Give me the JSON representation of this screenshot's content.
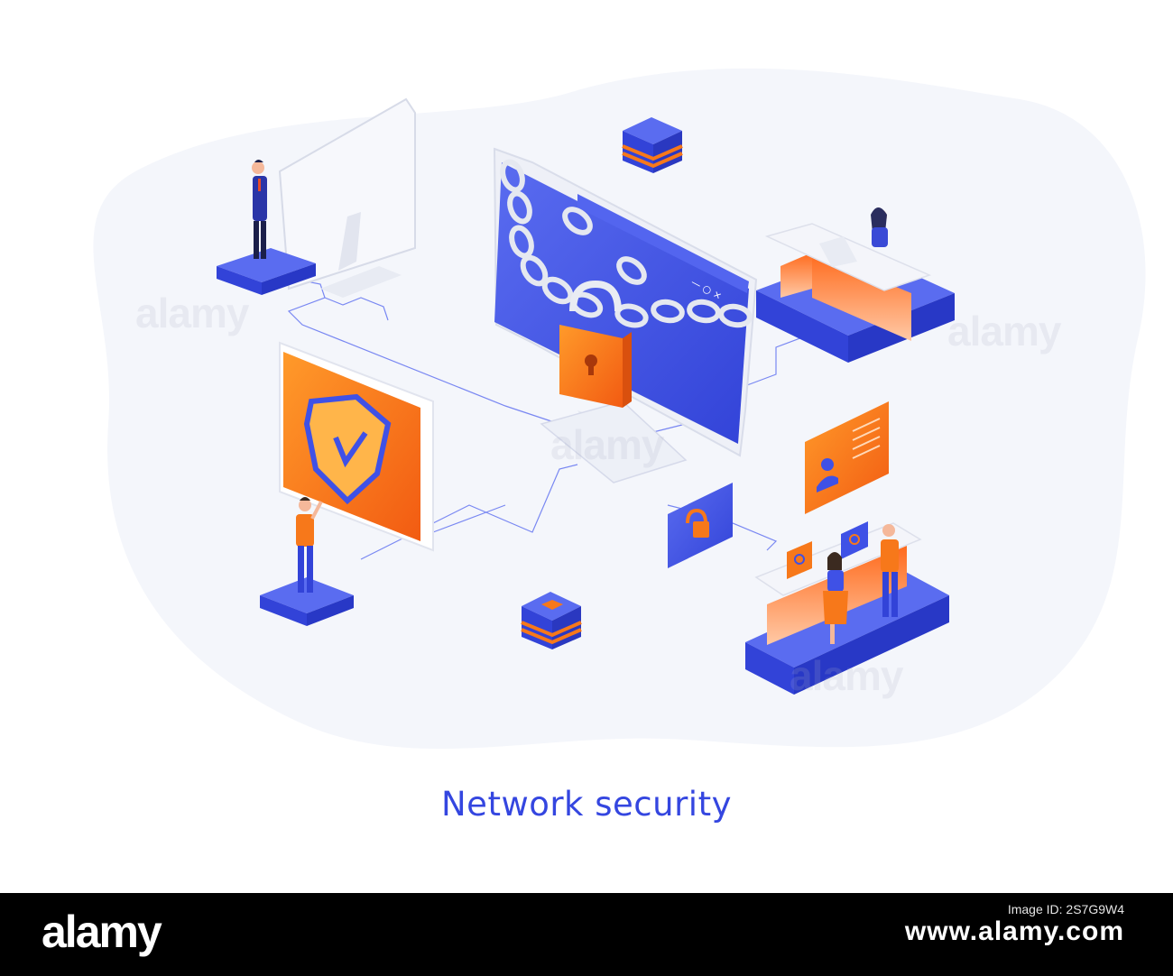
{
  "caption": "Network security",
  "watermark_text": "alamy",
  "footer": {
    "logo": "alamy",
    "image_id_label": "Image ID: 2S7G9W4",
    "code": "www.alamy.com"
  },
  "colors": {
    "accent_blue": "#3f51e6",
    "accent_orange": "#f7781a",
    "platform_blue": "#4a5bea",
    "bg_blob": "#f4f6fb"
  },
  "icons": [
    "lock-icon",
    "shield-check-icon",
    "chain-icon",
    "user-id-card-icon",
    "server-cube-icon"
  ]
}
